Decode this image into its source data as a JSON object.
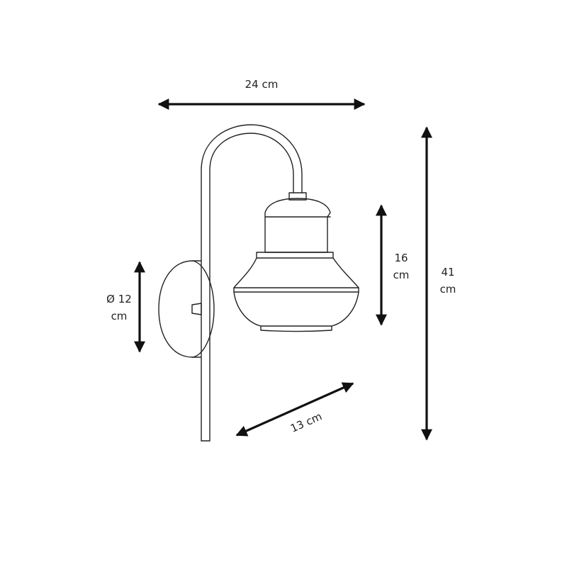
{
  "diagram": {
    "subject": "wall lamp",
    "colors": {
      "line": "#222222",
      "arrow": "#111111",
      "background": "#ffffff"
    },
    "dimensions": {
      "width": {
        "label": "24 cm"
      },
      "height": {
        "line1": "41",
        "line2": "cm"
      },
      "shade_height": {
        "line1": "16",
        "line2": "cm"
      },
      "base_diameter": {
        "line1": "Ø 12",
        "line2": "cm"
      },
      "depth": {
        "label": "13 cm"
      }
    }
  }
}
